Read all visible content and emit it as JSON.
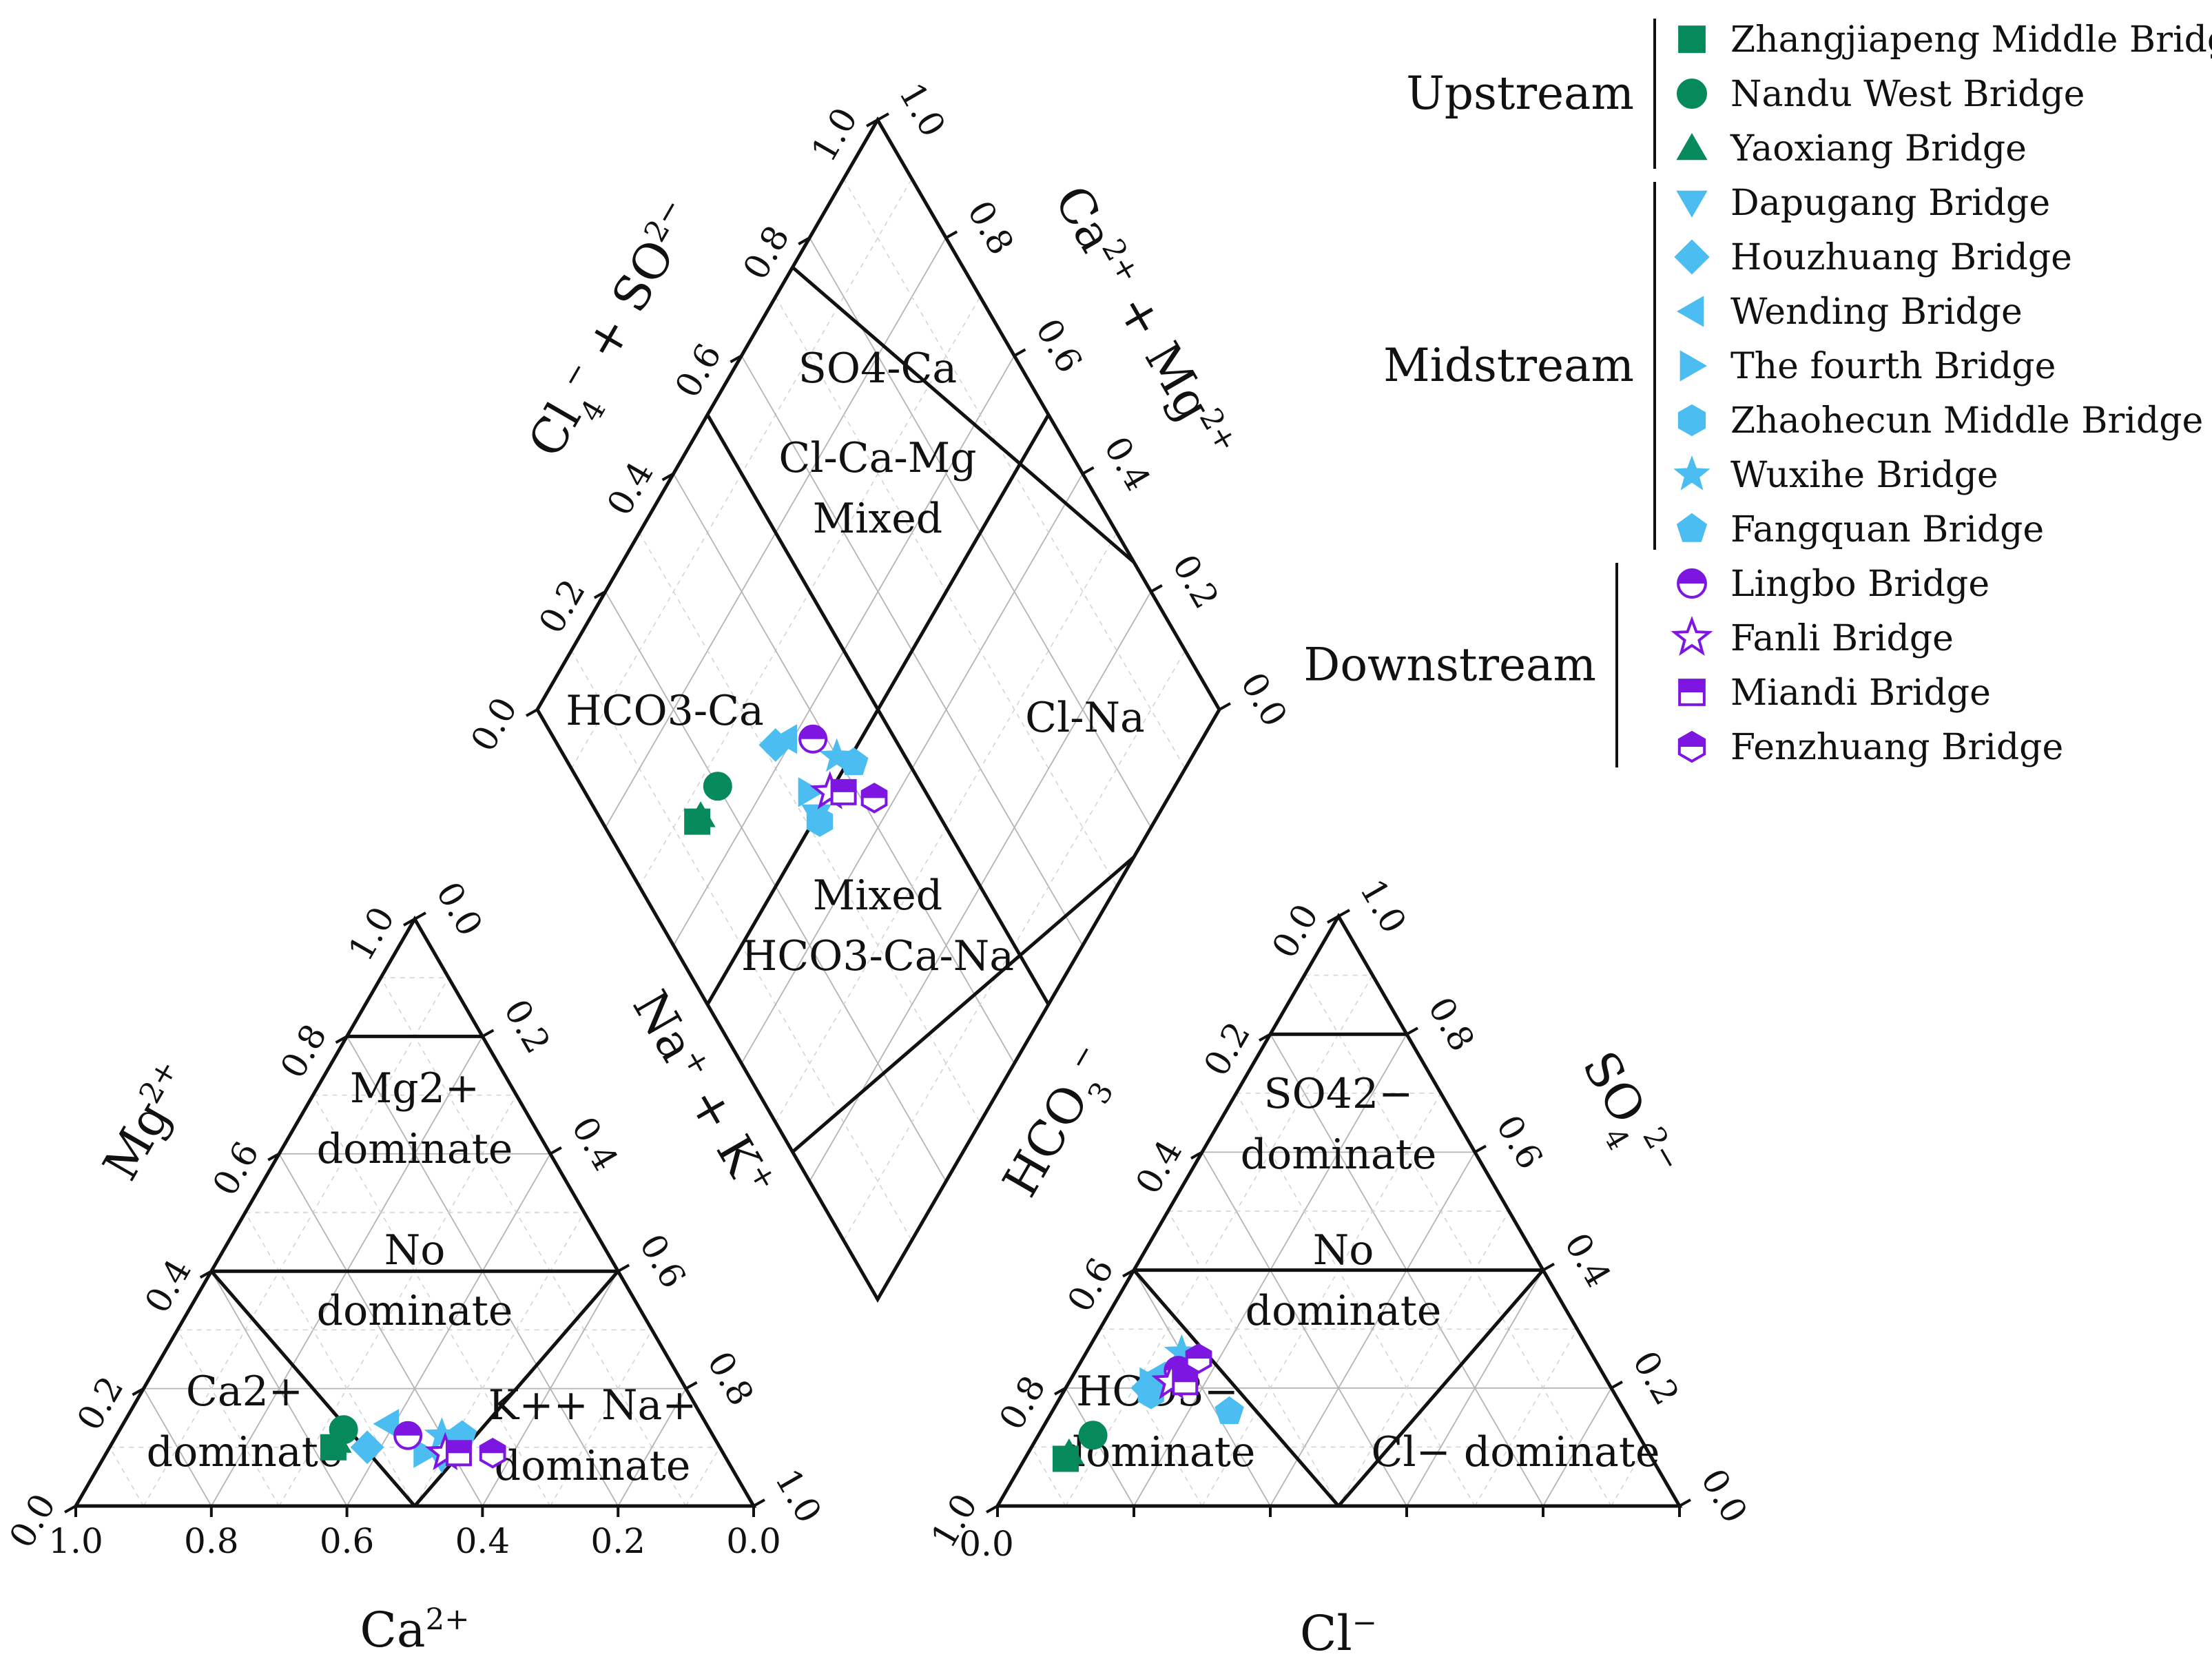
{
  "chart_data": {
    "type": "scatter",
    "subtype": "piper-diagram",
    "legend_position": "top-right",
    "ticks": [
      "0.0",
      "0.2",
      "0.4",
      "0.6",
      "0.8",
      "1.0"
    ],
    "cation_triangle": {
      "axes": {
        "bottom": {
          "label": "Ca",
          "sup": "2+",
          "direction": "1.0 at left to 0.0 at right"
        },
        "left": {
          "label": "Mg",
          "sup": "2+"
        },
        "right": {
          "label": "Na",
          "sup": "+",
          "mid": " + K",
          "sup2": "+"
        }
      },
      "zones": [
        {
          "lines": [
            "Mg2+",
            "dominate"
          ]
        },
        {
          "lines": [
            "No",
            "dominate"
          ]
        },
        {
          "lines": [
            "Ca2+",
            "dominate"
          ]
        },
        {
          "lines": [
            "K++ Na+",
            "dominate"
          ]
        }
      ]
    },
    "anion_triangle": {
      "axes": {
        "bottom": {
          "label": "Cl",
          "sup": "−",
          "direction": "0.0 at left to 1.0 at right"
        },
        "left": {
          "label": "HCO",
          "sub": "3",
          "sup": "−"
        },
        "right": {
          "label": "SO",
          "sub": "4",
          "sup": "2−"
        }
      },
      "zones": [
        {
          "lines": [
            "SO42−",
            "dominate"
          ]
        },
        {
          "lines": [
            "No",
            "dominate"
          ]
        },
        {
          "lines": [
            "HCO3−",
            "dominate"
          ]
        },
        {
          "lines": [
            "Cl− dominate"
          ]
        }
      ]
    },
    "diamond": {
      "axes": {
        "upper_left": {
          "label": "Cl",
          "sup": "−",
          "mid": " + SO",
          "sub": "4",
          "sup2": "2−"
        },
        "upper_right": {
          "label": "Ca",
          "sup": "2+",
          "mid": " + Mg",
          "sup2": "2+"
        }
      },
      "zones": [
        {
          "lines": [
            "SO4-Ca"
          ]
        },
        {
          "lines": [
            "Cl-Ca-Mg",
            "Mixed"
          ]
        },
        {
          "lines": [
            "HCO3-Ca"
          ]
        },
        {
          "lines": [
            "Cl-Na"
          ]
        },
        {
          "lines": [
            "Mixed",
            "HCO3-Ca-Na"
          ]
        }
      ]
    },
    "groups": [
      {
        "name": "Upstream",
        "members": [
          0,
          1,
          2
        ]
      },
      {
        "name": "Midstream",
        "members": [
          3,
          4,
          5,
          6,
          7,
          8,
          9
        ]
      },
      {
        "name": "Downstream",
        "members": [
          10,
          11,
          12,
          13
        ]
      }
    ],
    "series": [
      {
        "name": "Zhangjiapeng Middle Bridge",
        "marker": "square",
        "color": "#078a5b",
        "ca": 0.57,
        "mg": 0.1,
        "nak": 0.33,
        "hco3": 0.86,
        "cl": 0.06,
        "so4": 0.08,
        "d_clso4": 0.14,
        "d_camg": 0.67
      },
      {
        "name": "Nandu West Bridge",
        "marker": "circle",
        "color": "#078a5b",
        "ca": 0.54,
        "mg": 0.13,
        "nak": 0.33,
        "hco3": 0.8,
        "cl": 0.08,
        "so4": 0.12,
        "d_clso4": 0.2,
        "d_camg": 0.67
      },
      {
        "name": "Yaoxiang Bridge",
        "marker": "triangle-up",
        "color": "#078a5b",
        "ca": 0.56,
        "mg": 0.11,
        "nak": 0.33,
        "hco3": 0.85,
        "cl": 0.06,
        "so4": 0.09,
        "d_clso4": 0.15,
        "d_camg": 0.67
      },
      {
        "name": "Dapugang Bridge",
        "marker": "triangle-down",
        "color": "#4bbdf0",
        "ca": 0.42,
        "mg": 0.08,
        "nak": 0.5,
        "hco3": 0.68,
        "cl": 0.13,
        "so4": 0.19,
        "d_clso4": 0.32,
        "d_camg": 0.5
      },
      {
        "name": "Houzhuang Bridge",
        "marker": "diamond",
        "color": "#4bbdf0",
        "ca": 0.52,
        "mg": 0.1,
        "nak": 0.38,
        "hco3": 0.68,
        "cl": 0.12,
        "so4": 0.2,
        "d_clso4": 0.32,
        "d_camg": 0.62
      },
      {
        "name": "Wending Bridge",
        "marker": "triangle-left",
        "color": "#4bbdf0",
        "ca": 0.47,
        "mg": 0.14,
        "nak": 0.39,
        "hco3": 0.66,
        "cl": 0.12,
        "so4": 0.22,
        "d_clso4": 0.34,
        "d_camg": 0.61
      },
      {
        "name": "The fourth Bridge",
        "marker": "triangle-right",
        "color": "#4bbdf0",
        "ca": 0.44,
        "mg": 0.09,
        "nak": 0.47,
        "hco3": 0.67,
        "cl": 0.12,
        "so4": 0.21,
        "d_clso4": 0.33,
        "d_camg": 0.53
      },
      {
        "name": "Zhaohecun Middle Bridge",
        "marker": "hexagon",
        "color": "#4bbdf0",
        "ca": 0.38,
        "mg": 0.11,
        "nak": 0.51,
        "hco3": 0.68,
        "cl": 0.13,
        "so4": 0.19,
        "d_clso4": 0.32,
        "d_camg": 0.49
      },
      {
        "name": "Wuxihe Bridge",
        "marker": "star",
        "color": "#4bbdf0",
        "ca": 0.4,
        "mg": 0.12,
        "nak": 0.48,
        "hco3": 0.6,
        "cl": 0.14,
        "so4": 0.26,
        "d_clso4": 0.4,
        "d_camg": 0.52
      },
      {
        "name": "Fangquan Bridge",
        "marker": "pentagon",
        "color": "#4bbdf0",
        "ca": 0.37,
        "mg": 0.12,
        "nak": 0.51,
        "hco3": 0.58,
        "cl": 0.26,
        "so4": 0.16,
        "d_clso4": 0.42,
        "d_camg": 0.49
      },
      {
        "name": "Lingbo Bridge",
        "marker": "half-circle",
        "color": "#7c16e0",
        "ca": 0.45,
        "mg": 0.12,
        "nak": 0.43,
        "hco3": 0.62,
        "cl": 0.15,
        "so4": 0.23,
        "d_clso4": 0.38,
        "d_camg": 0.57
      },
      {
        "name": "Fanli Bridge",
        "marker": "star-open",
        "color": "#7c16e0",
        "ca": 0.41,
        "mg": 0.09,
        "nak": 0.5,
        "hco3": 0.64,
        "cl": 0.15,
        "so4": 0.21,
        "d_clso4": 0.36,
        "d_camg": 0.5
      },
      {
        "name": "Miandi Bridge",
        "marker": "half-square",
        "color": "#7c16e0",
        "ca": 0.39,
        "mg": 0.09,
        "nak": 0.52,
        "hco3": 0.62,
        "cl": 0.17,
        "so4": 0.21,
        "d_clso4": 0.38,
        "d_camg": 0.48
      },
      {
        "name": "Fenzhuang Bridge",
        "marker": "half-hexagon",
        "color": "#7c16e0",
        "ca": 0.34,
        "mg": 0.09,
        "nak": 0.57,
        "hco3": 0.58,
        "cl": 0.17,
        "so4": 0.25,
        "d_clso4": 0.42,
        "d_camg": 0.43
      }
    ]
  }
}
